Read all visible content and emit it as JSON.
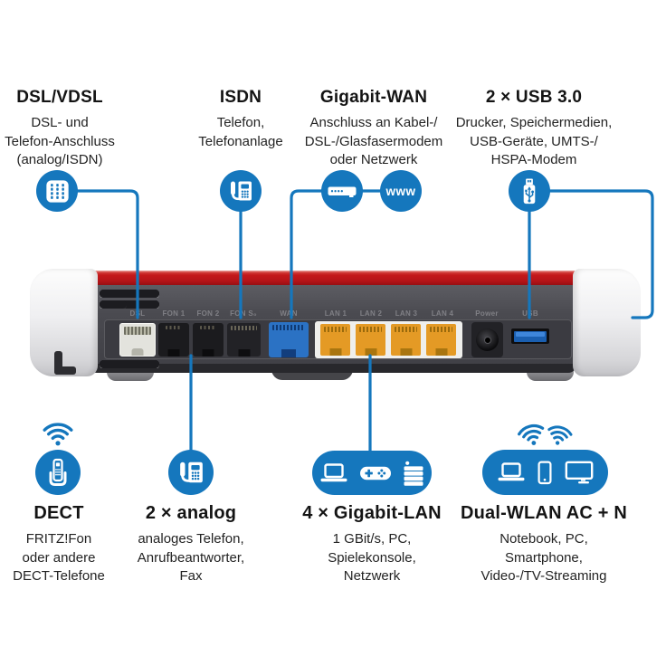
{
  "accent_color": "#1577bd",
  "router_red": "#c4181b",
  "sections_top": [
    {
      "title": "DSL/VDSL",
      "desc": [
        "DSL- und",
        "Telefon-Anschluss",
        "(analog/ISDN)"
      ]
    },
    {
      "title": "ISDN",
      "desc": [
        "Telefon,",
        "Telefonanlage"
      ]
    },
    {
      "title": "Gigabit-WAN",
      "desc": [
        "Anschluss an Kabel-/",
        "DSL-/Glasfasermodem",
        "oder Netzwerk"
      ],
      "www_badge": "www"
    },
    {
      "title": "2 × USB 3.0",
      "desc": [
        "Drucker, Speichermedien,",
        "USB-Geräte, UMTS-/",
        "HSPA-Modem"
      ]
    }
  ],
  "sections_bottom": [
    {
      "title": "DECT",
      "desc": [
        "FRITZ!Fon",
        "oder andere",
        "DECT-Telefone"
      ]
    },
    {
      "title": "2 × analog",
      "desc": [
        "analoges Telefon,",
        "Anrufbeantworter,",
        "Fax"
      ]
    },
    {
      "title": "4 × Gigabit-LAN",
      "desc": [
        "1 GBit/s, PC,",
        "Spielekonsole,",
        "Netzwerk"
      ]
    },
    {
      "title": "Dual-WLAN AC + N",
      "desc": [
        "Notebook, PC,",
        "Smartphone,",
        "Video-/TV-Streaming"
      ]
    }
  ],
  "router": {
    "port_labels": [
      "DSL",
      "FON 1",
      "FON 2",
      "FON S₀",
      "WAN",
      "LAN 1",
      "LAN 2",
      "LAN 3",
      "LAN 4",
      "Power",
      "USB"
    ]
  }
}
